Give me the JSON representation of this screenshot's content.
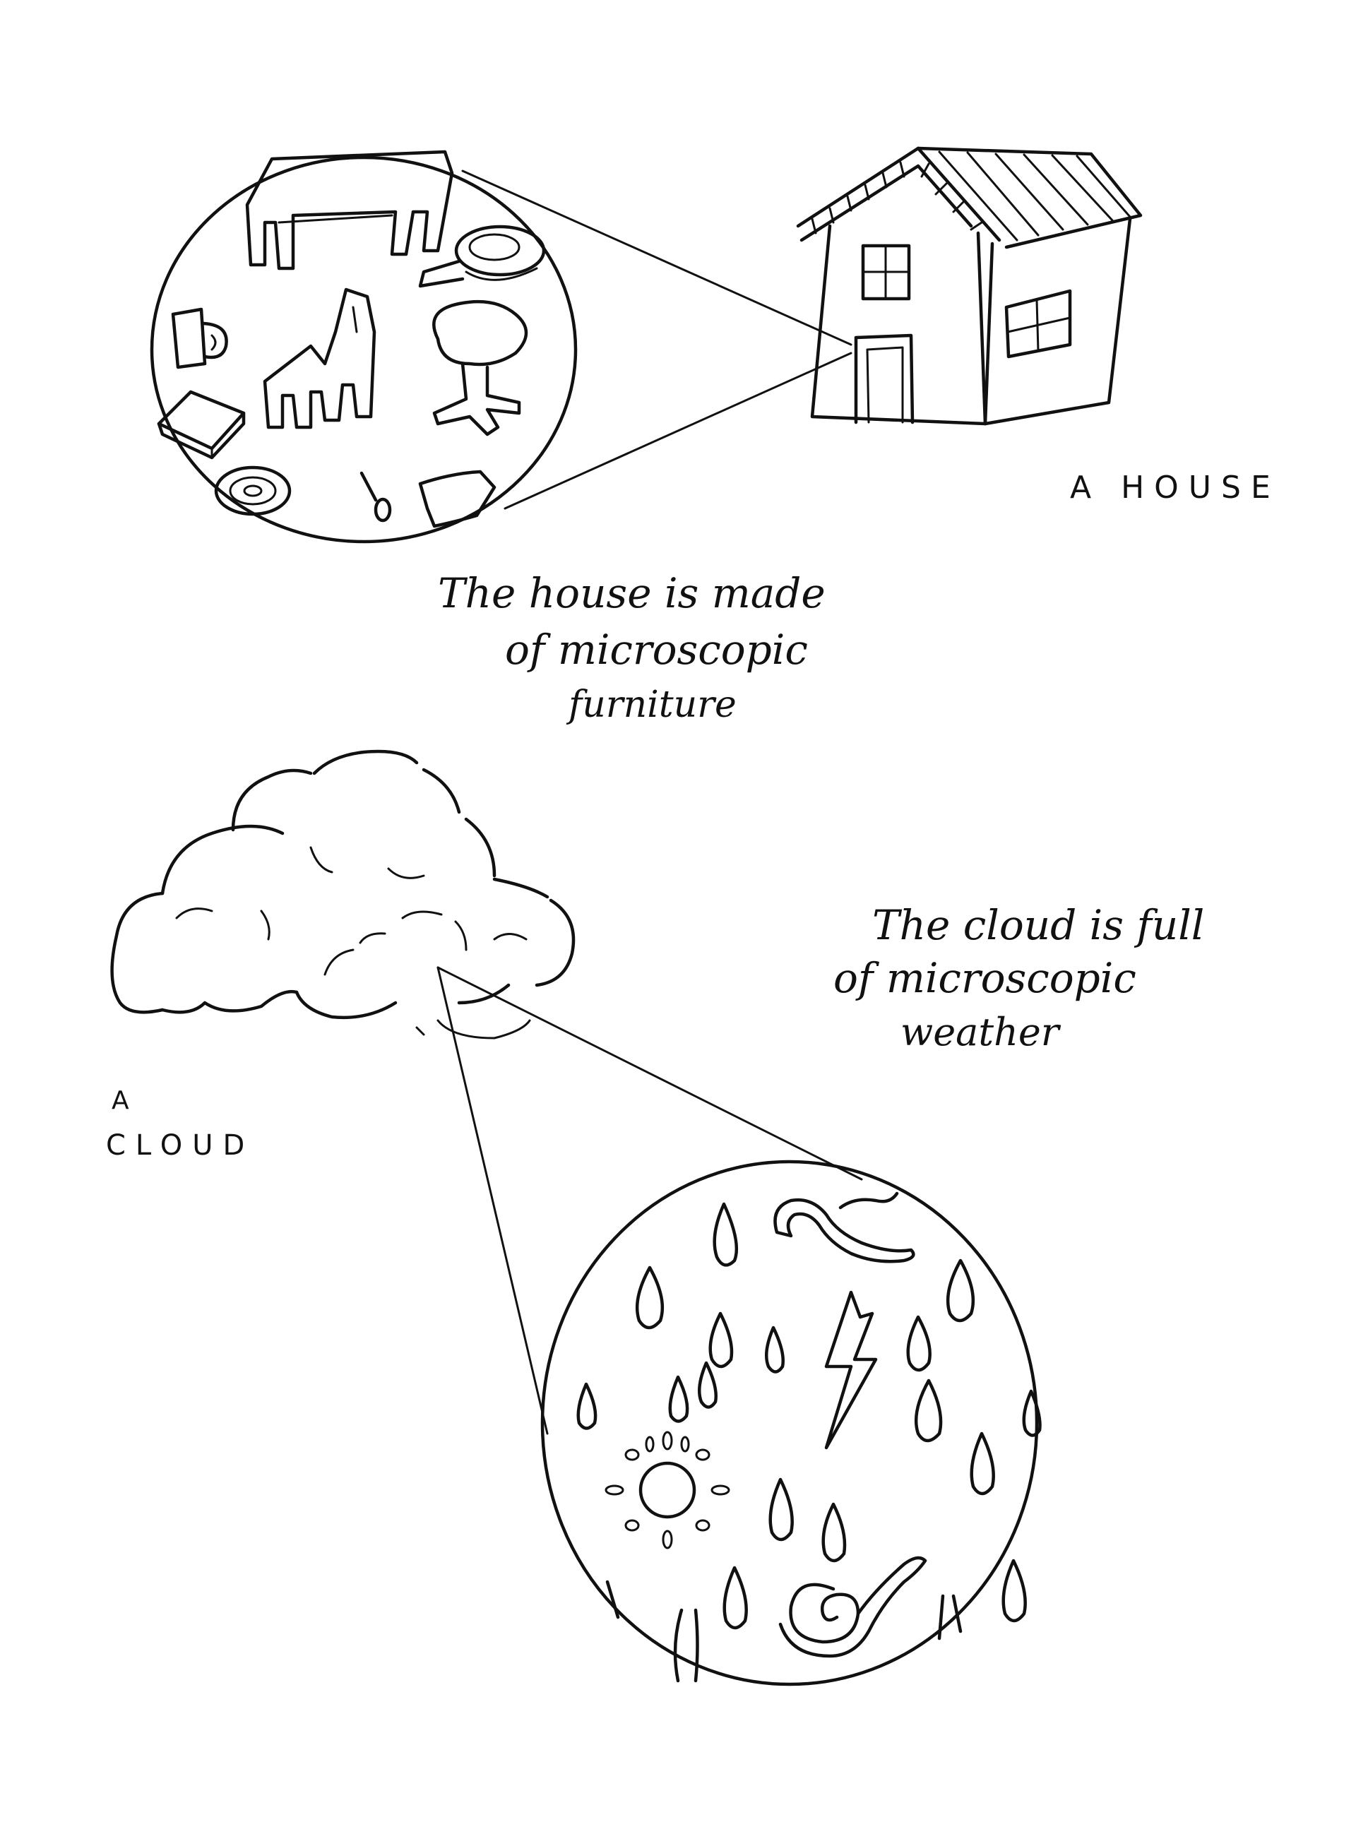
{
  "house_section": {
    "label_line1": "A HOUSE",
    "caption_line1": "The house is made",
    "caption_line2": "of microscopic",
    "caption_line3": "furniture"
  },
  "cloud_section": {
    "label_line1": "A",
    "label_line2": "CLOUD",
    "caption_line1": "The cloud is full",
    "caption_line2": "of microscopic",
    "caption_line3": "weather"
  },
  "colors": {
    "ink": "#111111",
    "paper": "#ffffff"
  }
}
